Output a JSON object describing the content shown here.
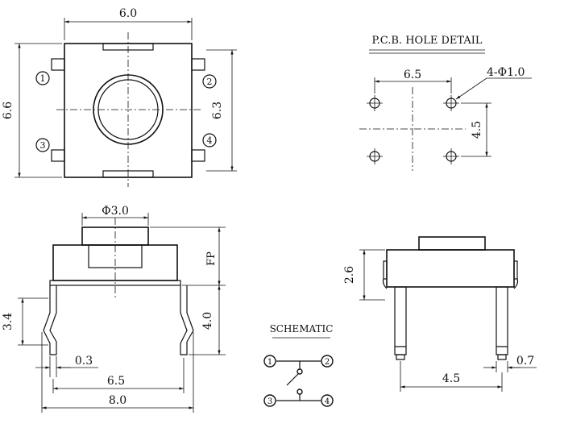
{
  "top_view": {
    "width_dim": "6.0",
    "height_dim": "6.6",
    "inner_height_dim": "6.3",
    "pin_labels": [
      "1",
      "2",
      "3",
      "4"
    ]
  },
  "pcb": {
    "title": "P.C.B. HOLE DETAIL",
    "spacing_x": "6.5",
    "spacing_y": "4.5",
    "hole_note": "4-Φ1.0"
  },
  "front_view": {
    "plunger_dia": "Φ3.0",
    "fp": "FP",
    "leg_height": "3.4",
    "body_leg": "4.0",
    "lead_width": "0.3",
    "pitch": "6.5",
    "overall_width": "8.0"
  },
  "side_view": {
    "height": "2.6",
    "lead_width": "0.7",
    "pitch": "4.5"
  },
  "schematic": {
    "title": "SCHEMATIC",
    "pins": [
      "1",
      "2",
      "3",
      "4"
    ]
  }
}
